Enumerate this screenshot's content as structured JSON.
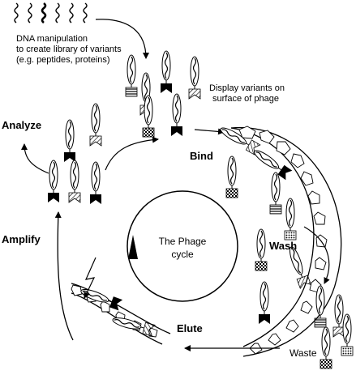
{
  "labels": {
    "dna_line1": "DNA  manipulation",
    "dna_line2": "to create library of variants",
    "dna_line3": "(e.g. peptides, proteins)",
    "display_line1": "Display variants on",
    "display_line2": "surface of phage",
    "analyze": "Analyze",
    "amplify": "Amplify",
    "bind": "Bind",
    "wash": "Wash",
    "elute": "Elute",
    "waste": "Waste",
    "cycle_line1": "The Phage",
    "cycle_line2": "cycle"
  },
  "colors": {
    "ink": "#000000",
    "paper": "#ffffff"
  }
}
